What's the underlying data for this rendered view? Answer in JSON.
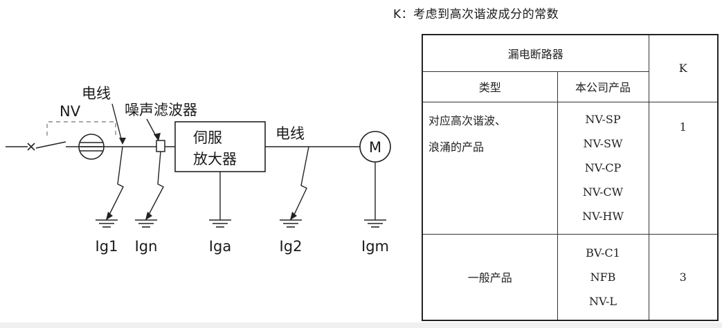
{
  "diagram": {
    "labels": {
      "nv": "NV",
      "wire1": "电线",
      "noise_filter": "噪声滤波器",
      "servo_amp_line1": "伺服",
      "servo_amp_line2": "放大器",
      "wire2": "电线",
      "motor": "M"
    },
    "leakage_currents": [
      "Ig1",
      "Ign",
      "Iga",
      "Ig2",
      "Igm"
    ]
  },
  "k_note": "K：考虑到高次谐波成分的常数",
  "table": {
    "group_header": "漏电断路器",
    "col_type": "类型",
    "col_product": "本公司产品",
    "col_k": "K",
    "rows": [
      {
        "type_lines": [
          "对应高次谐波、",
          "浪涌的产品"
        ],
        "products": [
          "NV-SP",
          "NV-SW",
          "NV-CP",
          "NV-CW",
          "NV-HW"
        ],
        "k": "1"
      },
      {
        "type_lines": [
          "一般产品"
        ],
        "products": [
          "BV-C1",
          "NFB",
          "NV-L"
        ],
        "k": "3"
      }
    ]
  }
}
